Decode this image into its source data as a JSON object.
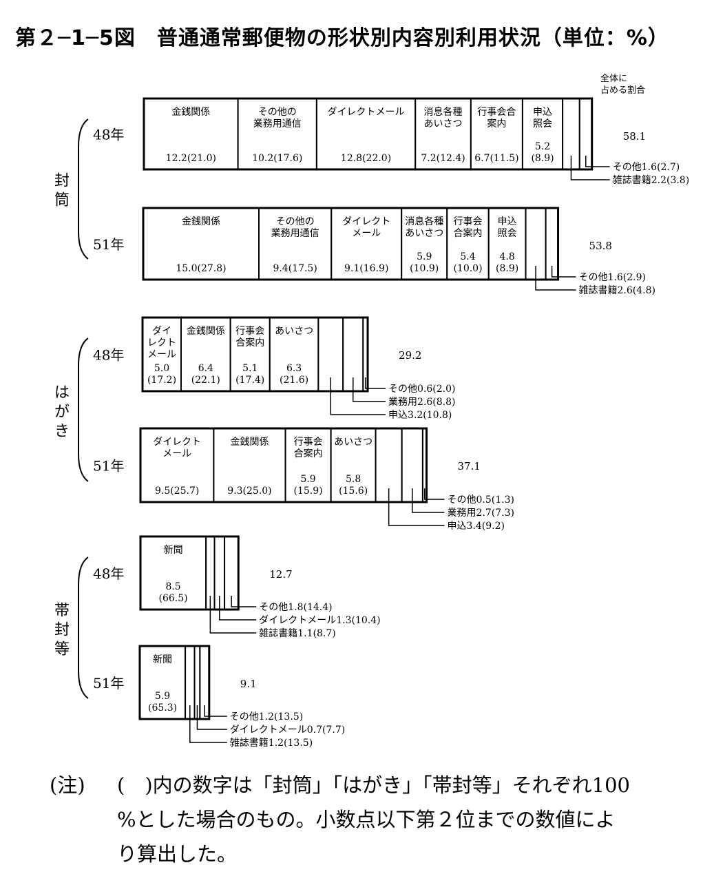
{
  "title": "第２─1─5図　普通通常郵便物の形状別内容別利用状況（単位：%）",
  "share_header": "全体に\n占める割合",
  "note": {
    "marker": "(注)",
    "line1": "(　)内の数字は「封筒」「はがき」「帯封等」それぞれ100",
    "line2": "%とした場合のもの。小数点以下第２位までの数値によ",
    "line3": "り算出した。"
  },
  "chart_data": {
    "type": "bar",
    "orientation": "horizontal-stacked",
    "unit": "%",
    "groups": [
      {
        "name": "封筒",
        "bars": [
          {
            "year": "48年",
            "total": "58.1",
            "segments": [
              {
                "label": "金銭関係",
                "value": 12.2,
                "text": "12.2(21.0)"
              },
              {
                "label": "その他の\n業務用通信",
                "value": 10.2,
                "text": "10.2(17.6)"
              },
              {
                "label": "ダイレクトメール",
                "value": 12.8,
                "text": "12.8(22.0)"
              },
              {
                "label": "消息各種\nあいさつ",
                "value": 7.2,
                "text": "7.2(12.4)"
              },
              {
                "label": "行事会合\n案内",
                "value": 6.7,
                "text": "6.7(11.5)"
              },
              {
                "label": "申込\n照会",
                "value": 5.2,
                "text": "5.2\n(8.9)"
              },
              {
                "label": "",
                "value": 2.2,
                "text": "",
                "callout": "雑誌書籍2.2(3.8)"
              },
              {
                "label": "",
                "value": 1.6,
                "text": "",
                "callout": "その他1.6(2.7)"
              }
            ]
          },
          {
            "year": "51年",
            "total": "53.8",
            "segments": [
              {
                "label": "金銭関係",
                "value": 15.0,
                "text": "15.0(27.8)"
              },
              {
                "label": "その他の\n業務用通信",
                "value": 9.4,
                "text": "9.4(17.5)"
              },
              {
                "label": "ダイレクト\nメール",
                "value": 9.1,
                "text": "9.1(16.9)"
              },
              {
                "label": "消息各種\nあいさつ",
                "value": 5.9,
                "text": "5.9\n(10.9)"
              },
              {
                "label": "行事会\n合案内",
                "value": 5.4,
                "text": "5.4\n(10.0)"
              },
              {
                "label": "申込\n照会",
                "value": 4.8,
                "text": "4.8\n(8.9)"
              },
              {
                "label": "",
                "value": 2.6,
                "text": "",
                "callout": "雑誌書籍2.6(4.8)"
              },
              {
                "label": "",
                "value": 1.6,
                "text": "",
                "callout": "その他1.6(2.9)"
              }
            ]
          }
        ]
      },
      {
        "name": "はがき",
        "bars": [
          {
            "year": "48年",
            "total": "29.2",
            "segments": [
              {
                "label": "ダイ\nレクト\nメール",
                "value": 5.0,
                "text": "5.0\n(17.2)"
              },
              {
                "label": "金銭関係",
                "value": 6.4,
                "text": "6.4\n(22.1)"
              },
              {
                "label": "行事会\n合案内",
                "value": 5.1,
                "text": "5.1\n(17.4)"
              },
              {
                "label": "あいさつ",
                "value": 6.3,
                "text": "6.3\n(21.6)"
              },
              {
                "label": "",
                "value": 3.2,
                "text": "",
                "callout": "申込3.2(10.8)"
              },
              {
                "label": "",
                "value": 2.6,
                "text": "",
                "callout": "業務用2.6(8.8)"
              },
              {
                "label": "",
                "value": 0.6,
                "text": "",
                "callout": "その他0.6(2.0)"
              }
            ]
          },
          {
            "year": "51年",
            "total": "37.1",
            "segments": [
              {
                "label": "ダイレクト\nメール",
                "value": 9.5,
                "text": "9.5(25.7)"
              },
              {
                "label": "金銭関係",
                "value": 9.3,
                "text": "9.3(25.0)"
              },
              {
                "label": "行事会\n合案内",
                "value": 5.9,
                "text": "5.9\n(15.9)"
              },
              {
                "label": "あいさつ",
                "value": 5.8,
                "text": "5.8\n(15.6)"
              },
              {
                "label": "",
                "value": 3.4,
                "text": "",
                "callout": "申込3.4(9.2)"
              },
              {
                "label": "",
                "value": 2.7,
                "text": "",
                "callout": "業務用2.7(7.3)"
              },
              {
                "label": "",
                "value": 0.5,
                "text": "",
                "callout": "その他0.5(1.3)"
              }
            ]
          }
        ]
      },
      {
        "name": "帯封等",
        "bars": [
          {
            "year": "48年",
            "total": "12.7",
            "segments": [
              {
                "label": "新聞",
                "value": 8.5,
                "text": "8.5\n(66.5)"
              },
              {
                "label": "",
                "value": 1.1,
                "text": "",
                "callout": "雑誌書籍1.1(8.7)"
              },
              {
                "label": "",
                "value": 1.3,
                "text": "",
                "callout": "ダイレクトメール1.3(10.4)"
              },
              {
                "label": "",
                "value": 1.8,
                "text": "",
                "callout": "その他1.8(14.4)"
              }
            ]
          },
          {
            "year": "51年",
            "total": "9.1",
            "segments": [
              {
                "label": "新聞",
                "value": 5.9,
                "text": "5.9\n(65.3)"
              },
              {
                "label": "",
                "value": 1.2,
                "text": "",
                "callout": "雑誌書籍1.2(13.5)"
              },
              {
                "label": "",
                "value": 0.7,
                "text": "",
                "callout": "ダイレクトメール0.7(7.7)"
              },
              {
                "label": "",
                "value": 1.2,
                "text": "",
                "callout": "その他1.2(13.5)"
              }
            ]
          }
        ]
      }
    ]
  }
}
